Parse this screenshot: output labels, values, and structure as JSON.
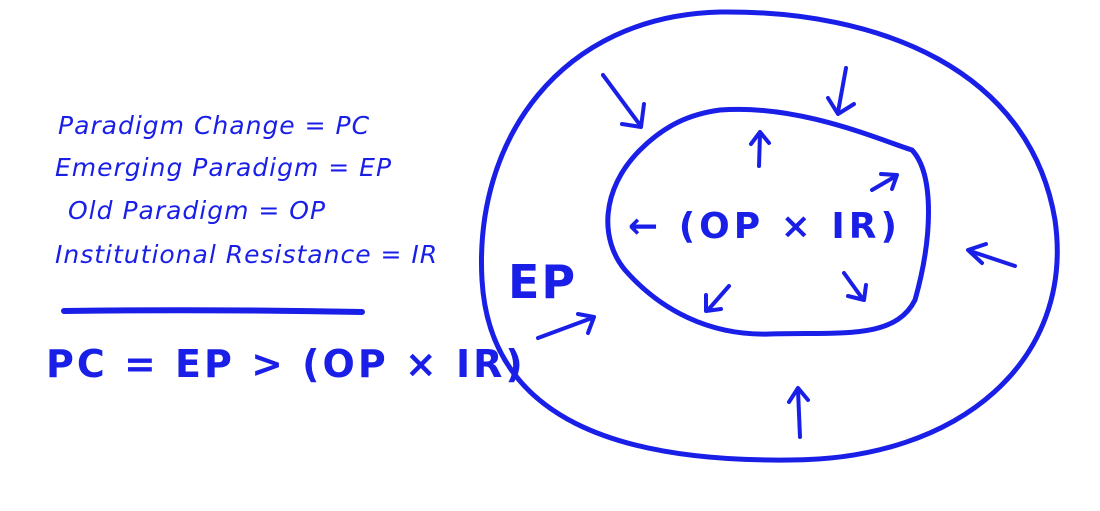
{
  "legend": [
    "Paradigm Change = PC",
    "Emerging Paradigm = EP",
    "Old Paradigm = OP",
    "Institutional Resistance = IR"
  ],
  "formula": "PC = EP > (OP × IR)",
  "outer_label": "EP",
  "inner_label": "← (OP × IR)",
  "ink_color": "#1a1fe8"
}
